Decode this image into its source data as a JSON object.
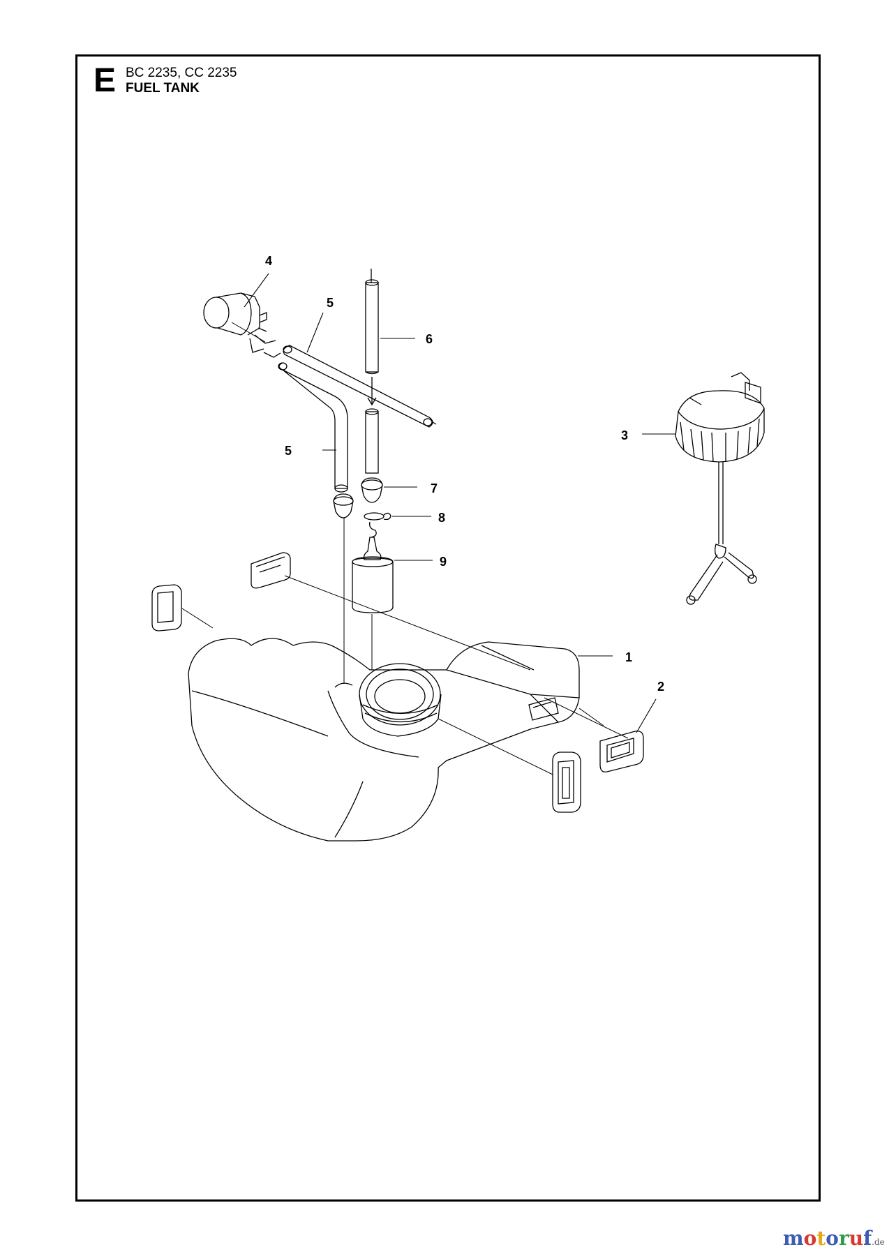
{
  "header": {
    "section_letter": "E",
    "models": "BC 2235, CC 2235",
    "title": "FUEL TANK"
  },
  "callouts": {
    "c1": "1",
    "c2": "2",
    "c3": "3",
    "c4": "4",
    "c5a": "5",
    "c5b": "5",
    "c6": "6",
    "c7": "7",
    "c8": "8",
    "c9": "9"
  },
  "watermark": {
    "p1": "m",
    "p2": "o",
    "p3": "t",
    "p4": "o",
    "p5": "r",
    "p6": "u",
    "p7": "f",
    "suffix": ".de"
  },
  "colors": {
    "line": "#000000",
    "wm_1": "#3b5bb5",
    "wm_2": "#d43a2f",
    "wm_3": "#e6a817",
    "wm_4": "#3b5bb5",
    "wm_5": "#2e9c47",
    "wm_6": "#d43a2f",
    "wm_7": "#3b5bb5"
  }
}
